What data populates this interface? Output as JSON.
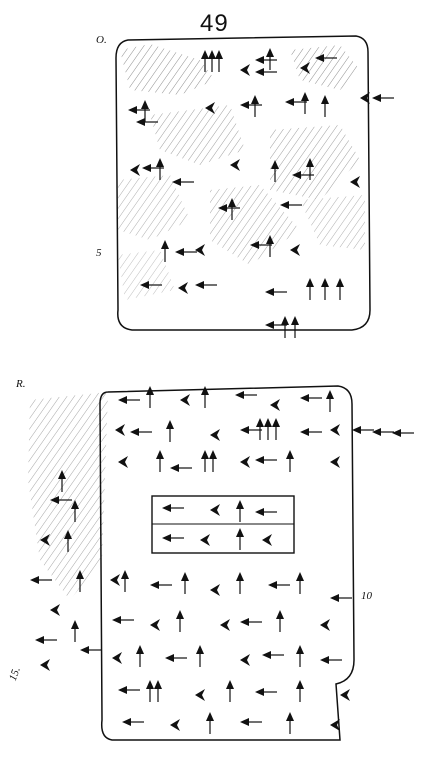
{
  "plate": {
    "number": "49"
  },
  "obverse": {
    "label": "O.",
    "line_markers": [
      "5"
    ]
  },
  "reverse": {
    "label": "R.",
    "line_markers": [
      "10",
      "15."
    ]
  }
}
